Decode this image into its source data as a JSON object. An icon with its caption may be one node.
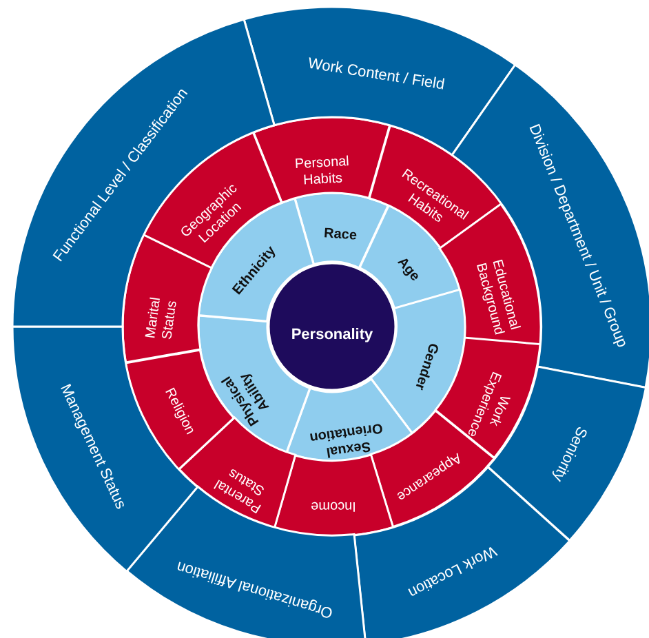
{
  "diagram": {
    "nodes": [
      {
        "text": [
          "Personality"
        ]
      },
      {
        "text": [
          "Race"
        ]
      },
      {
        "text": [
          "Age"
        ]
      },
      {
        "text": [
          "Gender"
        ]
      },
      {
        "text": [
          "Sexual Orientation"
        ]
      },
      {
        "text": [
          "Physical Ability"
        ]
      },
      {
        "text": [
          "Ethnicity"
        ]
      },
      {
        "text": [
          "Personal Habits"
        ]
      },
      {
        "text": [
          "Recreational Habits"
        ]
      },
      {
        "text": [
          "Educational Background"
        ]
      },
      {
        "text": [
          "Work Experience"
        ]
      },
      {
        "text": [
          "Appearance"
        ]
      },
      {
        "text": [
          "Income"
        ]
      },
      {
        "text": [
          "Parental Status"
        ]
      },
      {
        "text": [
          "Religion"
        ]
      },
      {
        "text": [
          "Marital Status"
        ]
      },
      {
        "text": [
          "Geographic Location"
        ]
      },
      {
        "text": [
          "Work Content / Field"
        ]
      },
      {
        "text": [
          "Division / Department / Unit / Group"
        ]
      },
      {
        "text": [
          "Seniority"
        ]
      },
      {
        "text": [
          "Work Location"
        ]
      },
      {
        "text": [
          "Organizational Affiliation"
        ]
      },
      {
        "text": [
          "Management Status"
        ]
      },
      {
        "text": [
          "Functional Level / Classification"
        ]
      }
    ]
  }
}
